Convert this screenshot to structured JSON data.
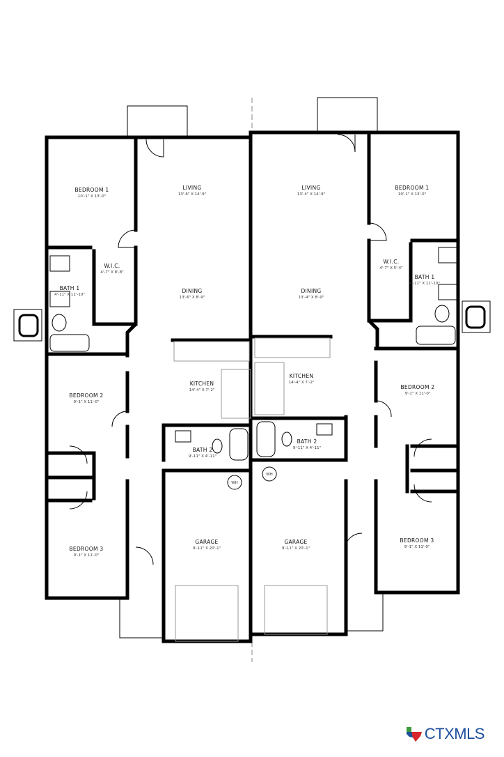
{
  "plan": {
    "left_unit": {
      "rooms": [
        {
          "name": "BEDROOM 1",
          "dims": "10'-1\" X 13'-0\""
        },
        {
          "name": "LIVING",
          "dims": "13'-6\" X 14'-9\""
        },
        {
          "name": "W.I.C.",
          "dims": "4'-7\" X 8'-8\""
        },
        {
          "name": "BATH 1",
          "dims": "4'-11\" X 11'-10\""
        },
        {
          "name": "DINING",
          "dims": "13'-6\" X 8'-9\""
        },
        {
          "name": "KITCHEN",
          "dims": "14'-4\" X 7'-2\""
        },
        {
          "name": "BEDROOM 2",
          "dims": "9'-1\" X 11'-0\""
        },
        {
          "name": "BATH 2",
          "dims": "9'-11\" X 4'-11\""
        },
        {
          "name": "GARAGE",
          "dims": "9'-11\" X 20'-1\""
        },
        {
          "name": "BEDROOM 3",
          "dims": "9'-1\" X 11'-0\""
        }
      ],
      "water_heater": "WH"
    },
    "right_unit": {
      "rooms": [
        {
          "name": "LIVING",
          "dims": "13'-4\" X 14'-9\""
        },
        {
          "name": "BEDROOM 1",
          "dims": "10'-1\" X 13'-0\""
        },
        {
          "name": "W.I.C.",
          "dims": "4'-7\" X 5'-4\""
        },
        {
          "name": "BATH 1",
          "dims": "4'-11\" X 11'-10\""
        },
        {
          "name": "DINING",
          "dims": "13'-4\" X 8'-9\""
        },
        {
          "name": "KITCHEN",
          "dims": "14'-4\" X 7'-2\""
        },
        {
          "name": "BEDROOM 2",
          "dims": "9'-1\" X 11'-0\""
        },
        {
          "name": "BATH 2",
          "dims": "9'-11\" X 4'-11\""
        },
        {
          "name": "GARAGE",
          "dims": "9'-11\" X 20'-1\""
        },
        {
          "name": "BEDROOM 3",
          "dims": "9'-1\" X 11'-0\""
        }
      ],
      "water_heater": "WH"
    }
  },
  "watermark": {
    "text": "CTXMLS",
    "colors": {
      "green": "#3a9a3e",
      "red": "#d8262c",
      "blue": "#1c4f9c"
    }
  }
}
